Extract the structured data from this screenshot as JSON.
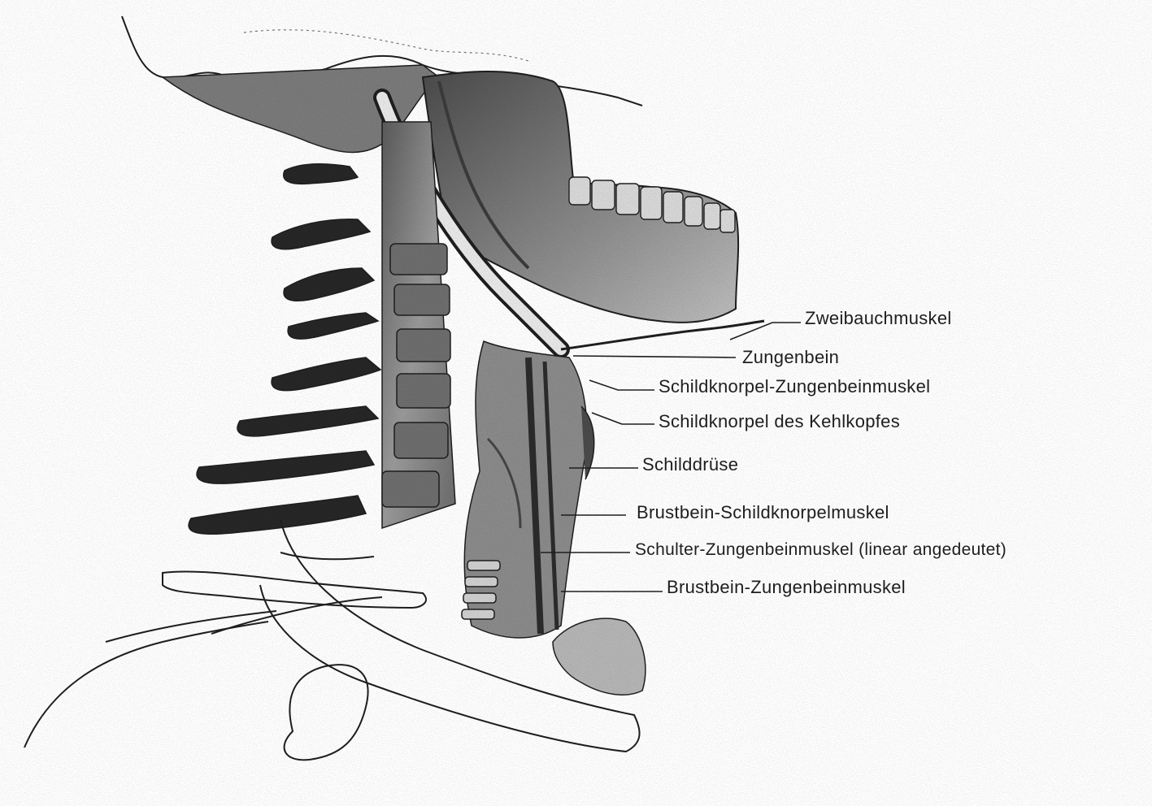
{
  "colors": {
    "background": "#ffffff",
    "ink": "#1e1e1e",
    "bone_shade": "#8a8a8a",
    "dark_shade": "#2b2b2b"
  },
  "labels": [
    {
      "id": "zweibauchmuskel",
      "text": "Zweibauchmuskel"
    },
    {
      "id": "zungenbein",
      "text": "Zungenbein"
    },
    {
      "id": "schildknorpel-zungenbeinmuskel",
      "text": "Schildknorpel-Zungenbeinmuskel"
    },
    {
      "id": "schildknorpel-des-kehlkopfes",
      "text": "Schildknorpel des Kehlkopfes"
    },
    {
      "id": "schilddruese",
      "text": "Schilddrüse"
    },
    {
      "id": "brustbein-schildknorpelmuskel",
      "text": "Brustbein-Schildknorpelmuskel"
    },
    {
      "id": "schulter-zungenbeinmuskel",
      "text": "Schulter-Zungenbeinmuskel (linear angedeutet)"
    },
    {
      "id": "brustbein-zungenbeinmuskel",
      "text": "Brustbein-Zungenbeinmuskel"
    }
  ]
}
